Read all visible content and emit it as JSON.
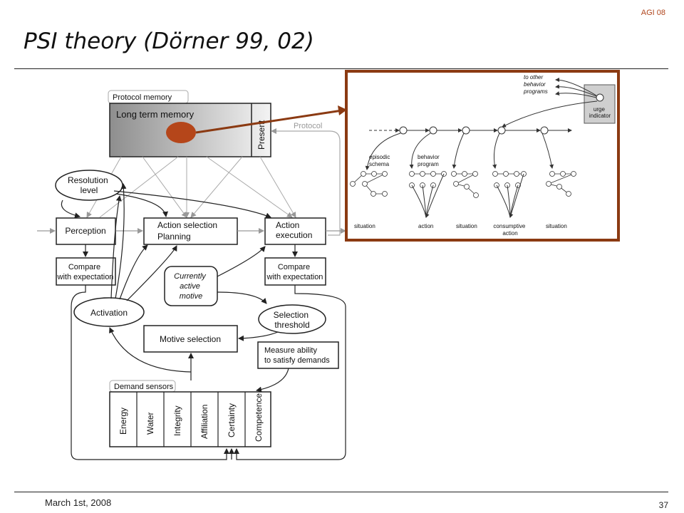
{
  "header": {
    "title": "PSI theory (Dörner 99, 02)",
    "corner_tag": "AGI 08"
  },
  "footer": {
    "date": "March 1st, 2008",
    "page_number": "37"
  },
  "diagram": {
    "protocol_memory": "Protocol memory",
    "long_term_memory": "Long term memory",
    "present": "Present",
    "protocol": "Protocol",
    "resolution_level": [
      "Resolution",
      "level"
    ],
    "perception": "Perception",
    "action_selection": [
      "Action selection",
      "Planning"
    ],
    "action_execution": [
      "Action",
      "execution"
    ],
    "compare_left": [
      "Compare",
      "with expectation"
    ],
    "compare_right": [
      "Compare",
      "with expectation"
    ],
    "currently_active_motive": [
      "Currently",
      "active",
      "motive"
    ],
    "activation": "Activation",
    "selection_threshold": [
      "Selection",
      "threshold"
    ],
    "motive_selection": "Motive selection",
    "measure_ability": [
      "Measure ability",
      "to satisfy demands"
    ],
    "demand_sensors": "Demand sensors",
    "sensors": [
      "Energy",
      "Water",
      "Integrity",
      "Affiliation",
      "Certainty",
      "Competence"
    ]
  },
  "inset": {
    "border_color": "#8b3a12",
    "to_other": [
      "to other",
      "behavior",
      "programs"
    ],
    "urge_indicator": [
      "urge",
      "indicator"
    ],
    "episodic_schema": [
      "episodic",
      "schema"
    ],
    "behavior_program": [
      "behavior",
      "program"
    ],
    "bottom_labels": [
      "situation",
      "action",
      "situation",
      "consumptive",
      "action",
      "situation"
    ]
  },
  "colors": {
    "accent_arrow": "#8b3a12",
    "highlight_dot": "#b5461a"
  }
}
